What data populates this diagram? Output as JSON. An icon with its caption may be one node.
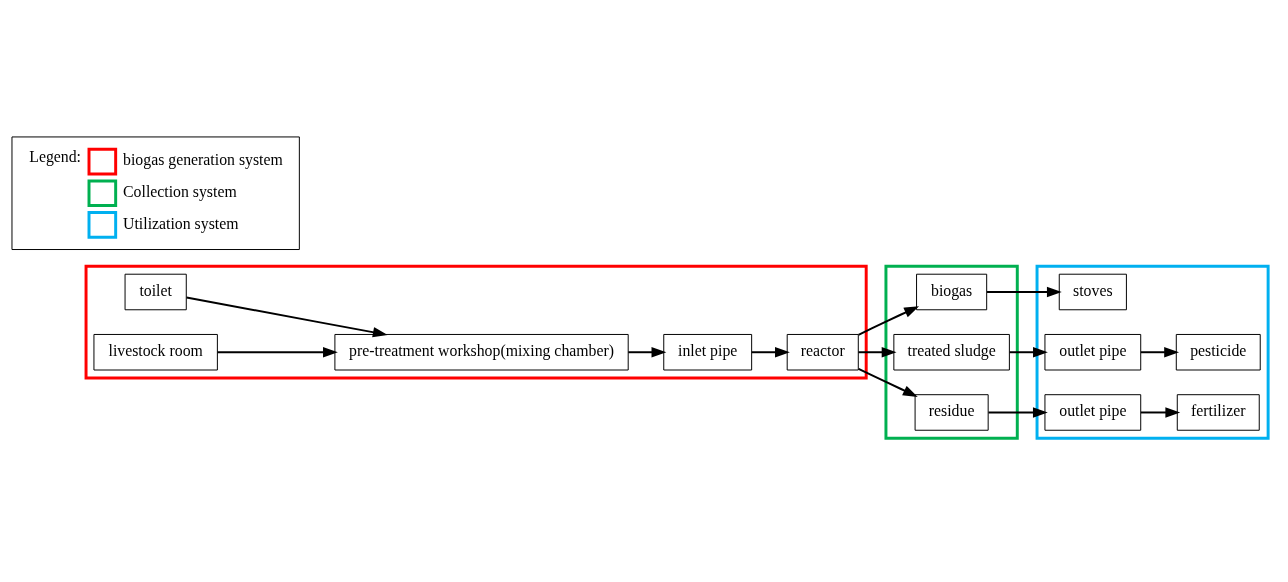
{
  "diagram": {
    "nodes": [
      {
        "text": [],
        "shape": "box"
      },
      {
        "text": [
          "toilet"
        ],
        "in": 0
      },
      {
        "text": [
          "pre-treatment workshop(mixing chamber)"
        ],
        "in": 0
      },
      {
        "text": [
          "livestock room"
        ],
        "in": 0
      },
      {
        "text": [
          "inlet pipe"
        ],
        "in": 0
      },
      {
        "text": [
          "reactor"
        ],
        "in": 0
      },
      {
        "text": [],
        "shape": "box"
      },
      {
        "text": [
          "biogas"
        ],
        "in": 6
      },
      {
        "text": [
          "treated sludge"
        ],
        "in": 6
      },
      {
        "text": [
          "residue"
        ],
        "in": 6
      },
      {
        "text": [],
        "shape": "box"
      },
      {
        "text": [
          "stoves"
        ],
        "in": 10
      },
      {
        "text": [
          "outlet pipe"
        ],
        "in": 10
      },
      {
        "text": [
          "pesticide"
        ],
        "in": 10
      },
      {
        "text": [
          "outlet pipe"
        ],
        "in": 10
      },
      {
        "text": [
          "fertilizer"
        ],
        "in": 10
      }
    ],
    "edges": [
      {
        "from": 1,
        "to": 2,
        "arrow": "to"
      },
      {
        "from": 3,
        "to": 2,
        "arrow": "to"
      },
      {
        "from": 2,
        "to": 4,
        "arrow": "to"
      },
      {
        "from": 4,
        "to": 5,
        "arrow": "to"
      },
      {
        "from": 5,
        "to": 7,
        "arrow": "to"
      },
      {
        "from": 5,
        "to": 8,
        "arrow": "to"
      },
      {
        "from": 5,
        "to": 9,
        "arrow": "to"
      },
      {
        "from": 7,
        "to": 11,
        "arrow": "to"
      },
      {
        "from": 8,
        "to": 12,
        "arrow": "to"
      },
      {
        "from": 9,
        "to": 14,
        "arrow": "to"
      },
      {
        "from": 12,
        "to": 13,
        "arrow": "to"
      },
      {
        "from": 14,
        "to": 15,
        "arrow": "to"
      }
    ],
    "labels": [
      "Legend:"
    ],
    "legend": [
      {
        "text": "biogas generation system",
        "color": "#ff0000"
      },
      {
        "text": "Collection system",
        "color": "#00b050"
      },
      {
        "text": "Utilization system",
        "color": "#00b0f0"
      }
    ]
  }
}
